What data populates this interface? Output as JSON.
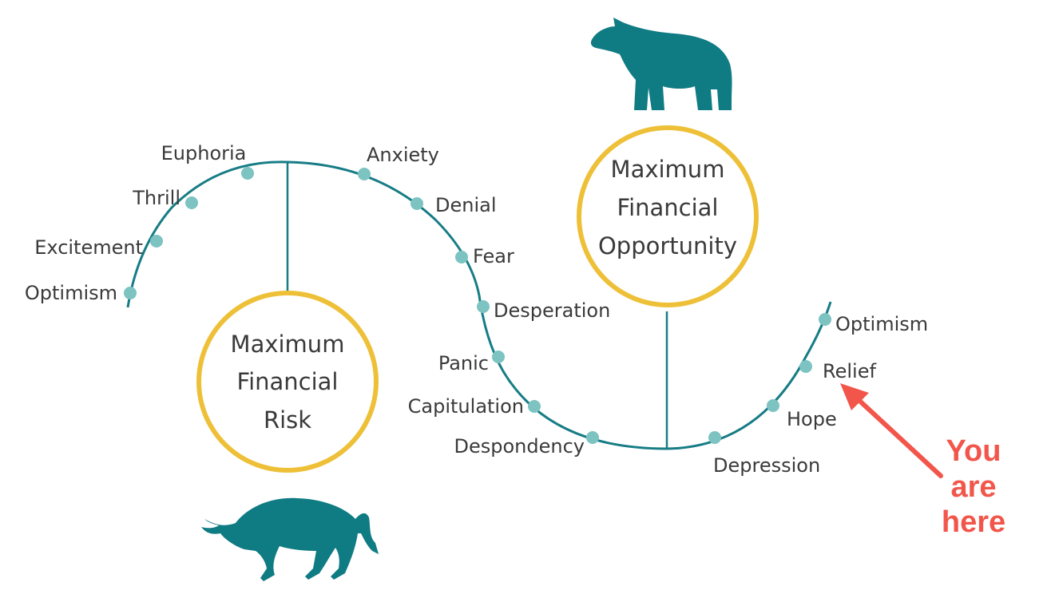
{
  "stages": [
    "Optimism",
    "Excitement",
    "Thrill",
    "Euphoria",
    "Anxiety",
    "Denial",
    "Fear",
    "Desperation",
    "Panic",
    "Capitulation",
    "Despondency",
    "Depression",
    "Hope",
    "Relief",
    "Optimism"
  ],
  "risk_circle": {
    "lines": [
      "Maximum",
      "Financial",
      "Risk"
    ]
  },
  "opportunity_circle": {
    "lines": [
      "Maximum",
      "Financial",
      "Opportunity"
    ]
  },
  "marker": {
    "lines": [
      "You",
      "are",
      "here"
    ],
    "points_to": "Relief"
  },
  "icons": {
    "bull": "bull-icon",
    "bear": "bear-icon"
  },
  "colors": {
    "curve": "#167c85",
    "dot": "#7cc3c1",
    "circle_ring": "#eec038",
    "animal": "#0f7b83",
    "marker": "#f2564b"
  }
}
